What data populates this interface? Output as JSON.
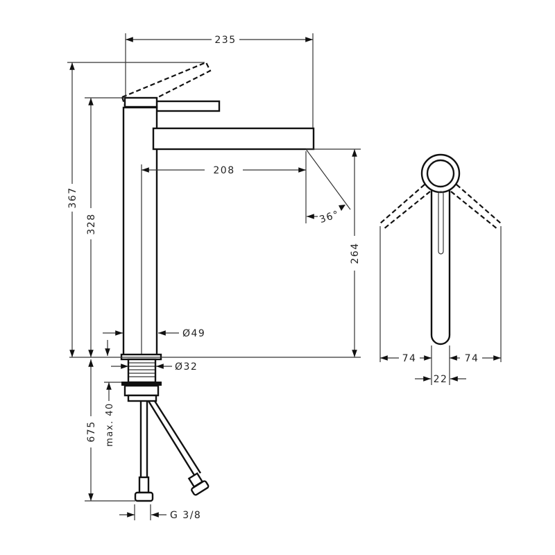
{
  "drawing": {
    "dimensions": {
      "overall_width": "235",
      "spout_reach": "208",
      "spout_angle": "36°",
      "total_height": "367",
      "body_height": "328",
      "spout_height": "264",
      "body_diameter": "Ø49",
      "thread_diameter": "Ø32",
      "max_deck_thickness": "max. 40",
      "hose_length": "675",
      "connection_thread": "G 3/8",
      "lever_swing_left": "74",
      "lever_swing_right": "74",
      "lever_width": "22"
    },
    "line_color": "#111111",
    "background_color": "#ffffff"
  }
}
